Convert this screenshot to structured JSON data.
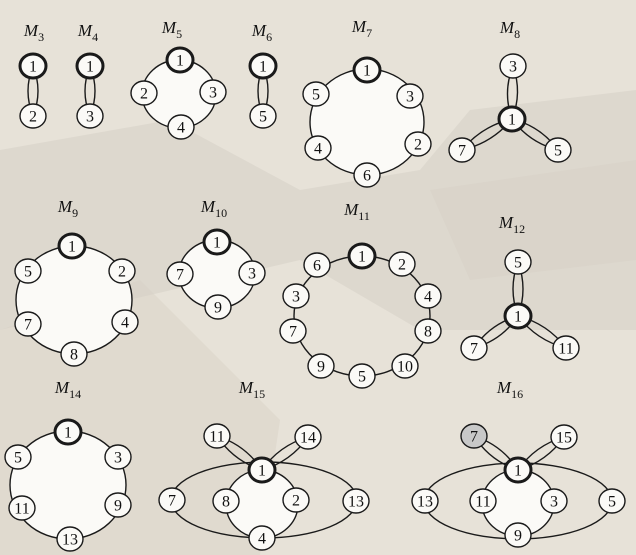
{
  "colors": {
    "background": "#e7e2d8",
    "node_fill": "#fbfaf7",
    "stroke": "#1a1a1a",
    "silhouette": "#d6d0c6",
    "shaded_node_fill": "#c8c8c8"
  },
  "graphs": [
    {
      "id": "M3",
      "title_main": "M",
      "title_sub": "3",
      "nodes": [
        "1",
        "2"
      ]
    },
    {
      "id": "M4",
      "title_main": "M",
      "title_sub": "4",
      "nodes": [
        "1",
        "3"
      ]
    },
    {
      "id": "M5",
      "title_main": "M",
      "title_sub": "5",
      "nodes": [
        "1",
        "2",
        "3",
        "4"
      ]
    },
    {
      "id": "M6",
      "title_main": "M",
      "title_sub": "6",
      "nodes": [
        "1",
        "5"
      ]
    },
    {
      "id": "M7",
      "title_main": "M",
      "title_sub": "7",
      "nodes": [
        "1",
        "5",
        "3",
        "4",
        "2",
        "6"
      ]
    },
    {
      "id": "M8",
      "title_main": "M",
      "title_sub": "8",
      "nodes": [
        "3",
        "1",
        "7",
        "5"
      ]
    },
    {
      "id": "M9",
      "title_main": "M",
      "title_sub": "9",
      "nodes": [
        "1",
        "5",
        "2",
        "7",
        "4",
        "8"
      ]
    },
    {
      "id": "M10",
      "title_main": "M",
      "title_sub": "10",
      "nodes": [
        "1",
        "7",
        "3",
        "9"
      ]
    },
    {
      "id": "M11",
      "title_main": "M",
      "title_sub": "11",
      "nodes": [
        "1",
        "6",
        "2",
        "3",
        "4",
        "7",
        "8",
        "9",
        "10",
        "5"
      ]
    },
    {
      "id": "M12",
      "title_main": "M",
      "title_sub": "12",
      "nodes": [
        "5",
        "1",
        "7",
        "11"
      ]
    },
    {
      "id": "M14",
      "title_main": "M",
      "title_sub": "14",
      "nodes": [
        "1",
        "5",
        "3",
        "11",
        "9",
        "13"
      ]
    },
    {
      "id": "M15",
      "title_main": "M",
      "title_sub": "15",
      "nodes": [
        "11",
        "14",
        "1",
        "7",
        "8",
        "2",
        "13",
        "4"
      ]
    },
    {
      "id": "M16",
      "title_main": "M",
      "title_sub": "16",
      "nodes": [
        "7",
        "15",
        "1",
        "13",
        "11",
        "3",
        "5",
        "9"
      ]
    }
  ]
}
